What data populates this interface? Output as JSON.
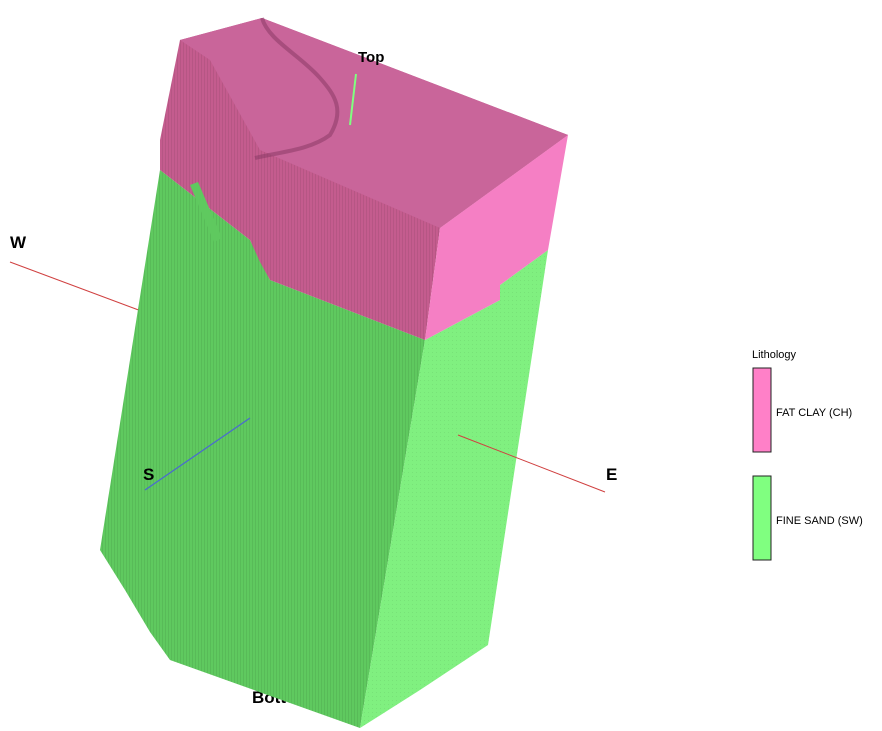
{
  "axes": {
    "top_label": "Top",
    "bottom_label": "Bottom",
    "west_label": "W",
    "east_label": "E",
    "south_label": "S"
  },
  "legend": {
    "title": "Lithology",
    "items": [
      {
        "label": "FAT CLAY (CH)",
        "color": "#ff80c8"
      },
      {
        "label": "FINE SAND (SW)",
        "color": "#80ff80"
      }
    ]
  },
  "colors": {
    "clay_front": "#c45c8e",
    "clay_right": "#f57fc4",
    "sand_front": "#5fc95f",
    "sand_right": "#80f080",
    "we_axis": "#d04040",
    "s_axis": "#4a6ad0",
    "top_axis": "#50c050"
  }
}
